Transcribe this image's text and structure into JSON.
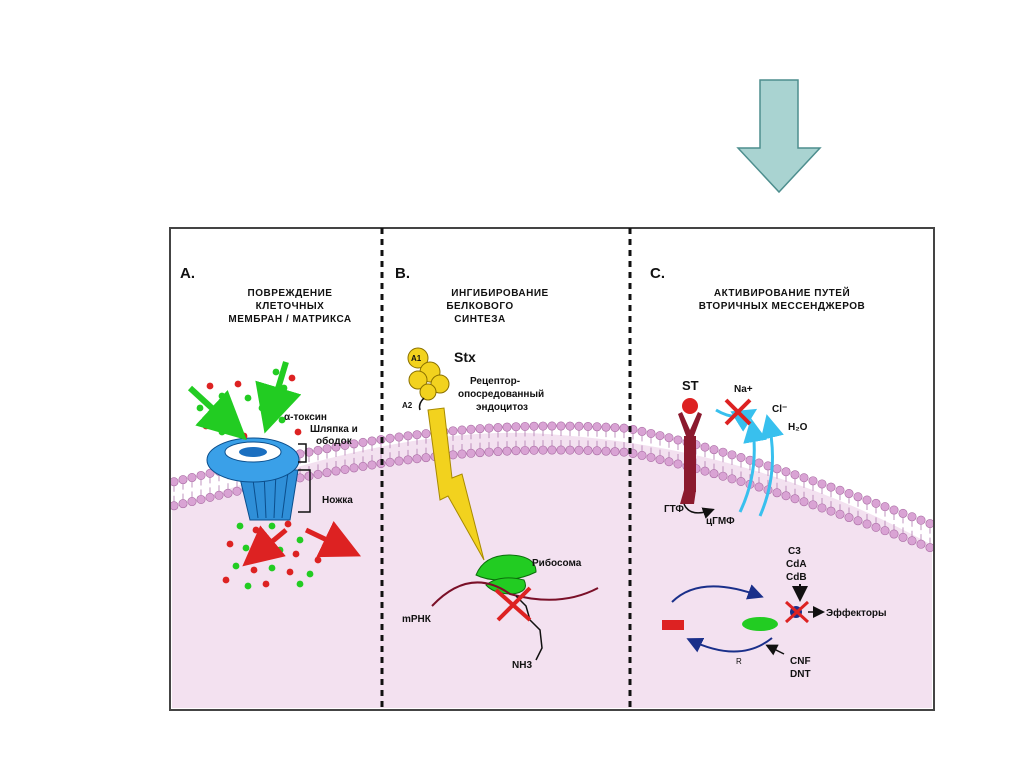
{
  "arrow": {
    "fill": "#a9d3d1",
    "stroke": "#4d8e8e"
  },
  "panels": {
    "a": {
      "letter": "A.",
      "title": [
        "ПОВРЕЖДЕНИЕ",
        "КЛЕТОЧНЫХ",
        "МЕМБРАН / МАТРИКСА"
      ],
      "toxin_label": "α-токсин",
      "cap_label": [
        "Шляпка и",
        "ободок"
      ],
      "stem_label": "Ножка"
    },
    "b": {
      "letter": "B.",
      "title": [
        "ИНГИБИРОВАНИЕ",
        "БЕЛКОВОГО",
        "СИНТЕЗА"
      ],
      "stx_label": "Stx",
      "a1_label": "A1",
      "a2_label": "A2",
      "endocytosis_label": [
        "Рецептор-",
        "опосредованный",
        "эндоцитоз"
      ],
      "ribosome_label": "Рибосома",
      "mrna_label": "mРНК",
      "nh3_label": "NH3"
    },
    "c": {
      "letter": "C.",
      "title": [
        "АКТИВИРОВАНИЕ ПУТЕЙ",
        "ВТОРИЧНЫХ МЕССЕНДЖЕРОВ"
      ],
      "st_label": "ST",
      "na_label": "Na+",
      "cl_label": "Cl⁻",
      "h2o_label": "H₂O",
      "gtp_label": "ГТФ",
      "cgmp_label": "цГМФ",
      "toxins_label": [
        "C3",
        "CdA",
        "CdB"
      ],
      "effectors_label": "Эффекторы",
      "cnf_label": [
        "CNF",
        "DNT"
      ]
    }
  },
  "colors": {
    "cytoplasm": "#f3e1f0",
    "lipid_head": "#d9a3d4",
    "receptor": "#8b1a2e",
    "pore": "#2f8fd8",
    "green": "#22cc22",
    "red": "#dd2222",
    "yellow": "#f2d21e",
    "cyan": "#38c0ee"
  }
}
